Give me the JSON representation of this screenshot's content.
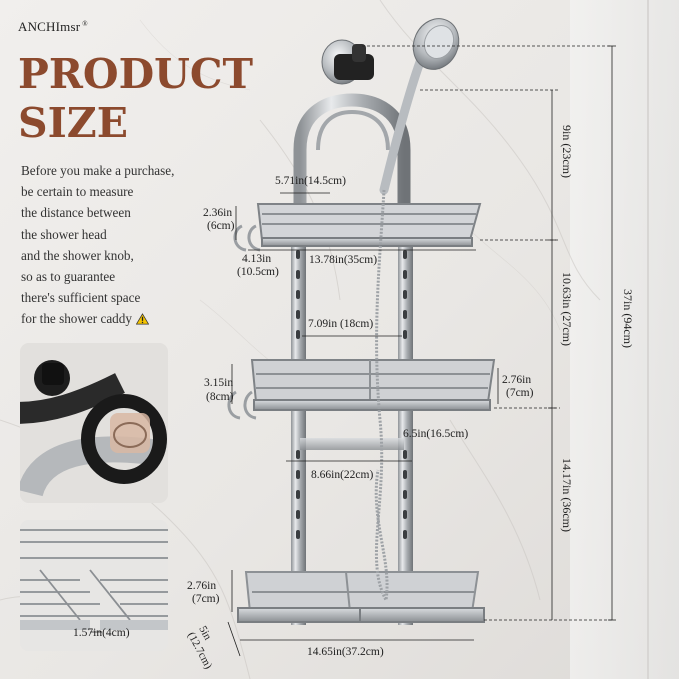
{
  "brand": {
    "name": "ANCHImsr",
    "mark": "®"
  },
  "title_lines": [
    "PRODUCT",
    "SIZE"
  ],
  "description_lines": [
    "Before you make a purchase,",
    "be certain to measure",
    "the distance between",
    "the shower head",
    "and the shower knob,",
    "so as to guarantee",
    "there's sufficient space",
    "for the shower caddy"
  ],
  "icons": {
    "warning": "warning-triangle-icon"
  },
  "colors": {
    "title": "#8c4a2e",
    "warning_fill": "#f5c400",
    "metal": "#b9bcc0"
  },
  "dimensions": {
    "top_basket_width": "5.71in(14.5cm)",
    "top_basket_height_in": "2.36in",
    "top_basket_height_cm": "(6cm)",
    "top_hook_in": "4.13in",
    "top_hook_cm": "(10.5cm)",
    "top_basket_length": "13.78in(35cm)",
    "middle_spacing": "7.09in (18cm)",
    "middle_basket_height_in": "3.15in",
    "middle_basket_height_cm": "(8cm)",
    "middle_side_height_in": "2.76in",
    "middle_side_height_cm": "(7cm)",
    "middle_basket_depth": "6.5in(16.5cm)",
    "middle_basket_length": "8.66in(22cm)",
    "bottom_basket_height_in": "2.76in",
    "bottom_basket_height_cm": "(7cm)",
    "grid_gap": "1.57in(4cm)",
    "bottom_depth": "5in\n(12.7cm)",
    "bottom_length": "14.65in(37.2cm)",
    "vertical_top_section": "9in (23cm)",
    "vertical_middle_section": "10.63in (27cm)",
    "vertical_bottom_section": "14.17in (36cm)",
    "vertical_total": "37in (94cm)"
  }
}
